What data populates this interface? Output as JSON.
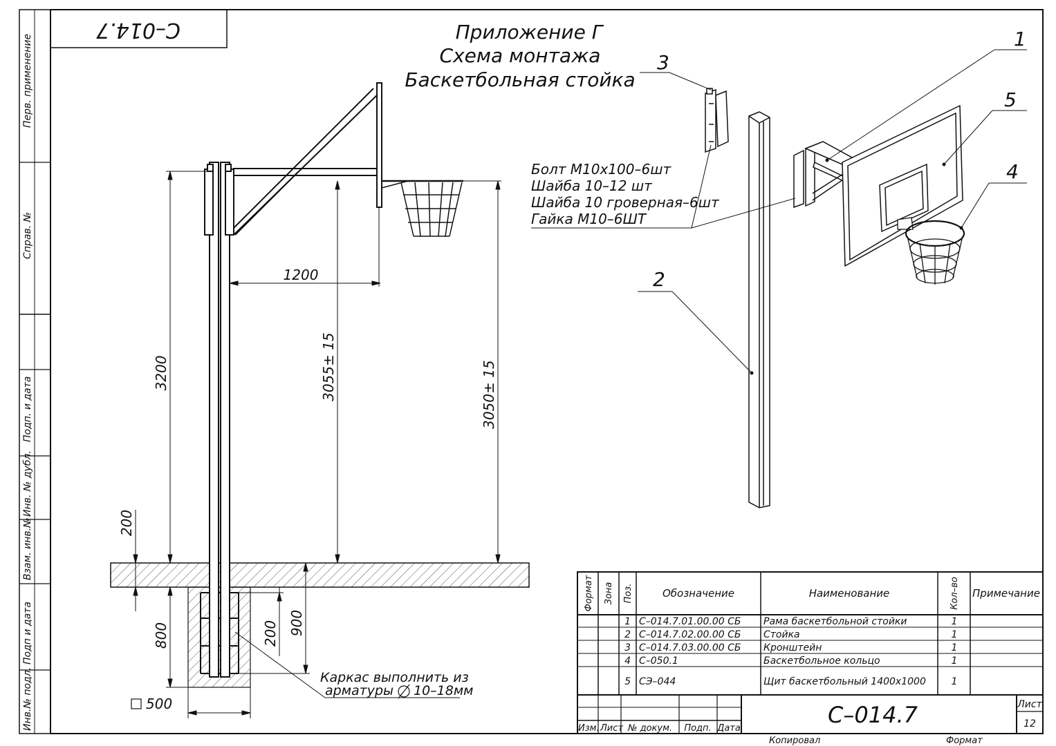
{
  "code_mirrored": "С–014.7",
  "title": {
    "line1": "Приложение Г",
    "line2": "Схема монтажа",
    "line3": "Баскетбольная стойка"
  },
  "side_labels": {
    "perv": "Перв. применение",
    "sprav": "Справ. №",
    "podp_data1": "Подп. и дата",
    "inv_dubl": "Инв. № дубл.",
    "vzam": "Взам. инв.№",
    "podp_data2": "Подп и дата",
    "inv_podl": "Инв.№ подл."
  },
  "dimensions": {
    "d1200": "1200",
    "d3200": "3200",
    "d3055": "3055",
    "d3055_tol": "± 15",
    "d3050": "3050",
    "d3050_tol": "± 15",
    "d200a": "200",
    "d800": "800",
    "d200b": "200",
    "d900": "900",
    "d500": "500"
  },
  "notes": {
    "kark1": "Каркас выполнить из",
    "kark2": "арматуры",
    "kark3": "10–18мм",
    "fix1": "Болт М10х100–6шт",
    "fix2": "Шайба 10–12 шт",
    "fix3": "Шайба 10 гроверная–6шт",
    "fix4": "Гайка М10–6ШТ"
  },
  "callouts": [
    "1",
    "2",
    "3",
    "4",
    "5"
  ],
  "spec_table": {
    "headers": {
      "format": "Формат",
      "zona": "Зона",
      "poz": "Поз.",
      "oboz": "Обозначение",
      "naim": "Наименование",
      "kol": "Кол–во",
      "prim": "Примечание"
    },
    "rows": [
      {
        "poz": "1",
        "oboz": "С–014.7.01.00.00 СБ",
        "naim": "Рама баскетбольной стойки",
        "kol": "1"
      },
      {
        "poz": "2",
        "oboz": "С–014.7.02.00.00 СБ",
        "naim": "Стойка",
        "kol": "1"
      },
      {
        "poz": "3",
        "oboz": "С–014.7.03.00.00 СБ",
        "naim": "Кронштейн",
        "kol": "1"
      },
      {
        "poz": "4",
        "oboz": "С–050.1",
        "naim": "Баскетбольное кольцо",
        "kol": "1"
      },
      {
        "poz": "5",
        "oboz": "СЭ–044",
        "naim": "Щит баскетбольный 1400х1000",
        "kol": "1"
      }
    ]
  },
  "stamp": {
    "izm": "Изм.",
    "list": "Лист",
    "dokum": "№ докум.",
    "podp": "Подп.",
    "data": "Дата",
    "designation": "С–014.7",
    "list_label": "Лист",
    "sheet_no": "12",
    "kopiroval": "Копировал",
    "format": "Формат"
  }
}
